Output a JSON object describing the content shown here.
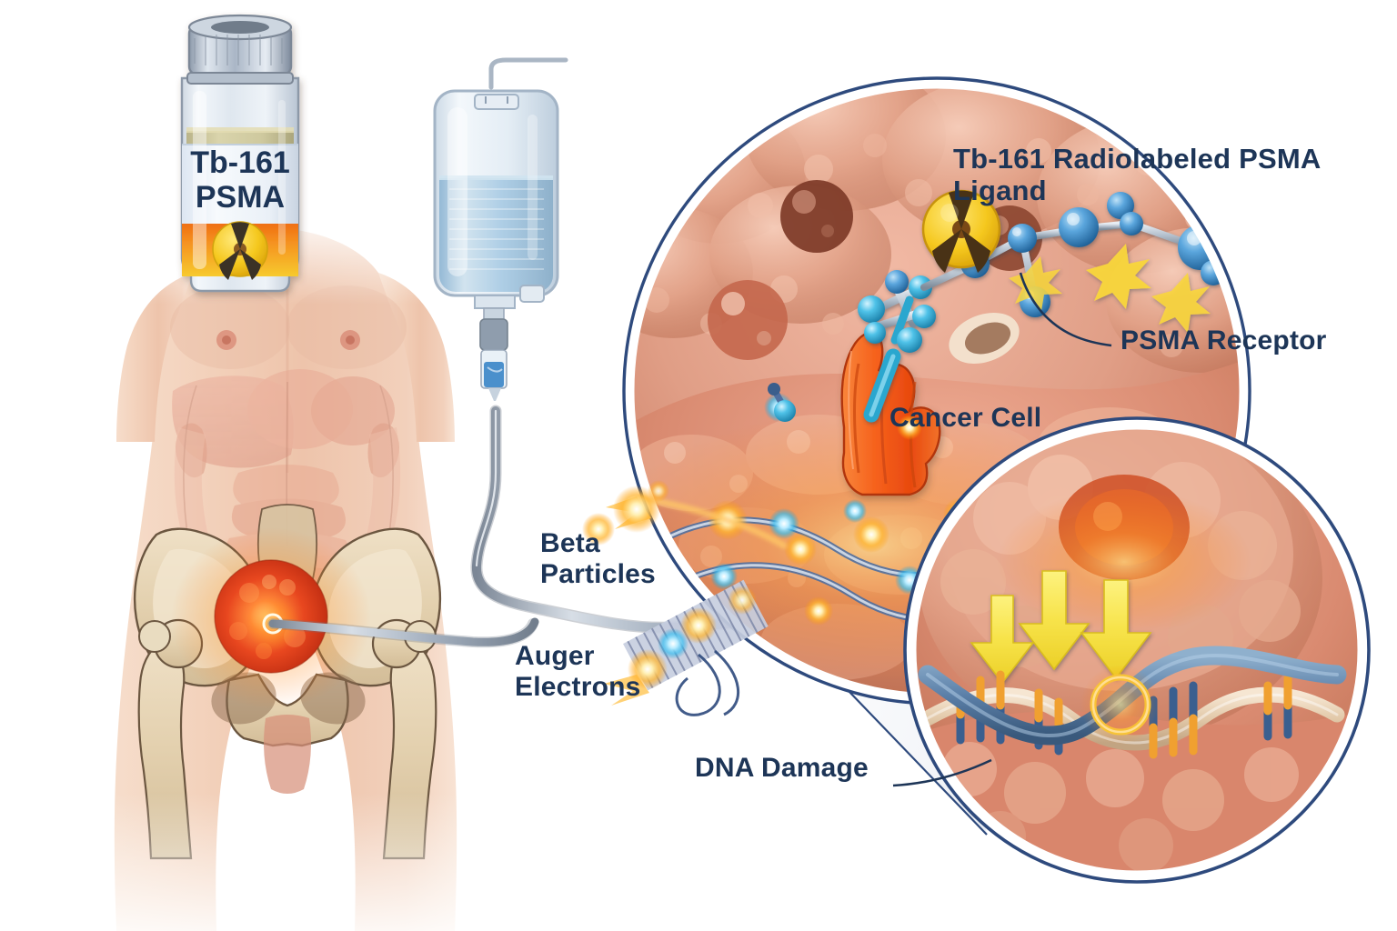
{
  "illustration": {
    "title": "Tb-161 PSMA radioligand therapy mechanism of action",
    "background_color": "#ffffff",
    "label_color": "#1d3557"
  },
  "vial": {
    "name": "radiopharmaceutical-vial",
    "line1": "Tb-161",
    "line2": "PSMA",
    "hazard_symbol": "radiation-trefoil",
    "label_bg": "#eef3fa",
    "band_from": "#f07818",
    "band_to": "#f5c526",
    "cap_color": "#b9c3d2",
    "liquid_color": "#cdc79a"
  },
  "iv": {
    "name": "iv-infusion-bag",
    "fluid_color": "#a9cbe4",
    "tube_color": "#9aa7b8",
    "drip_chamber": "drip-chamber"
  },
  "patient": {
    "name": "male-anatomy-figure",
    "skin_color": "#f0cdb6",
    "bone_color": "#e5d3b6",
    "tumor_color": "#e0431f",
    "tumor_glow": "#ffd36b",
    "organ_color": "#e49a8c"
  },
  "labels": {
    "ligand": "Tb-161 Radiolabeled PSMA Ligand",
    "receptor": "PSMA Receptor",
    "cancer_cell": "Cancer Cell",
    "beta": "Beta\nParticles",
    "auger": "Auger\nElectrons",
    "dna": "DNA Damage"
  },
  "cell_inset": {
    "name": "cancer-cell-magnified-view",
    "ring_color": "#2e4a7d",
    "tissue_color": "#d98a72",
    "receptor_color": "#f26322",
    "ligand_atom_color": "#2f7fc4",
    "radiation_badge_color": "#f5c526"
  },
  "dna_inset": {
    "name": "dna-damage-magnified-view",
    "ring_color": "#2e4a7d",
    "arrow_color": "#f5e04a",
    "arrow_count": 3,
    "helix_color_a": "#5b7fa8",
    "helix_color_b": "#e8d3b8",
    "base_pair_color": "#f0a030",
    "break_marker_color": "#f5c526"
  },
  "particles": {
    "beta_color": "#ffb531",
    "auger_color": "#49c8f0",
    "spark_color": "#fff3c0"
  }
}
